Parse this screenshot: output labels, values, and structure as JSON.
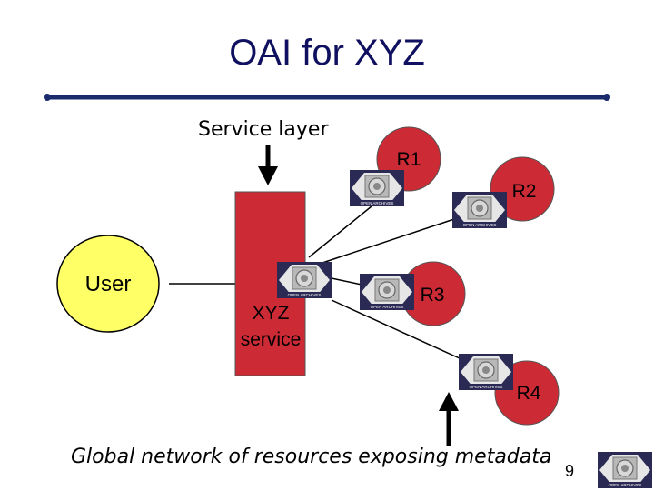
{
  "slide": {
    "title": "OAI for XYZ",
    "service_layer_label": "Service layer",
    "global_network_label": "Global network of resources exposing metadata",
    "page_number": "9"
  },
  "nodes": {
    "user": "User",
    "service": "XYZ\nservice",
    "repositories": [
      "R1",
      "R2",
      "R3",
      "R4"
    ]
  },
  "badge": {
    "text": "OPEN ARCHIVES",
    "icon": "open-archives-logo-icon"
  },
  "colors": {
    "title": "#101060",
    "repository_fill": "#cc2a35",
    "user_fill": "#ffff66",
    "rule": "#1a2a6a",
    "badge_bg": "#2a2a55"
  }
}
